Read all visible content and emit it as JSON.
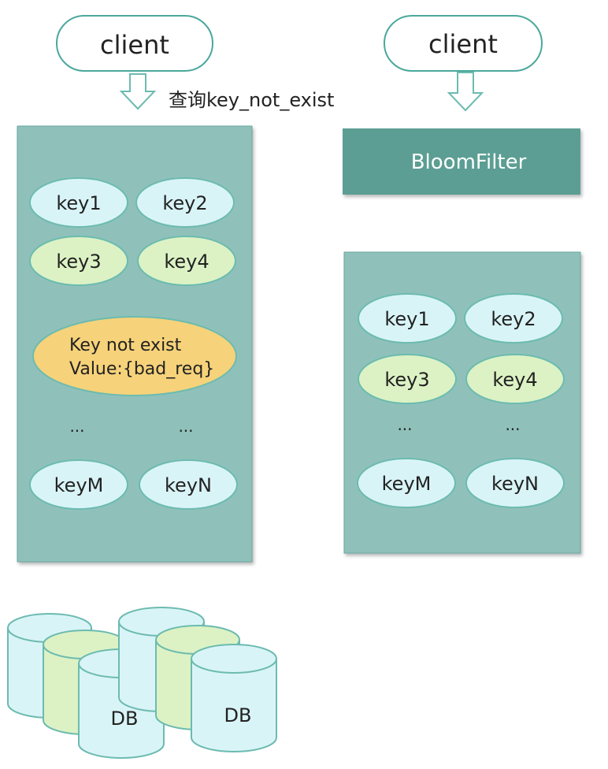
{
  "left_client_label": "client",
  "right_client_label": "client",
  "query_label": "查询key_not_exist",
  "bloom_filter_label": "BloomFilter",
  "left_cache": {
    "keys": [
      "key1",
      "key2",
      "key3",
      "key4"
    ],
    "special_key_line1": "Key not exist",
    "special_key_line2": "Value:{bad_req}",
    "ellipsis": "...",
    "bottom_keys": [
      "keyM",
      "keyN"
    ]
  },
  "right_cache": {
    "keys": [
      "key1",
      "key2",
      "key3",
      "key4"
    ],
    "ellipsis": "...",
    "bottom_keys": [
      "keyM",
      "keyN"
    ]
  },
  "db_labels": [
    "DB",
    "DB"
  ],
  "colors": {
    "cache_panel": "#8fc1ba",
    "bloom_filter": "#5b9e93",
    "key_blue": "#d9f4f7",
    "key_green": "#dcf2c4",
    "key_yellow": "#f6d27a",
    "arrow": "#6cbbb0"
  }
}
